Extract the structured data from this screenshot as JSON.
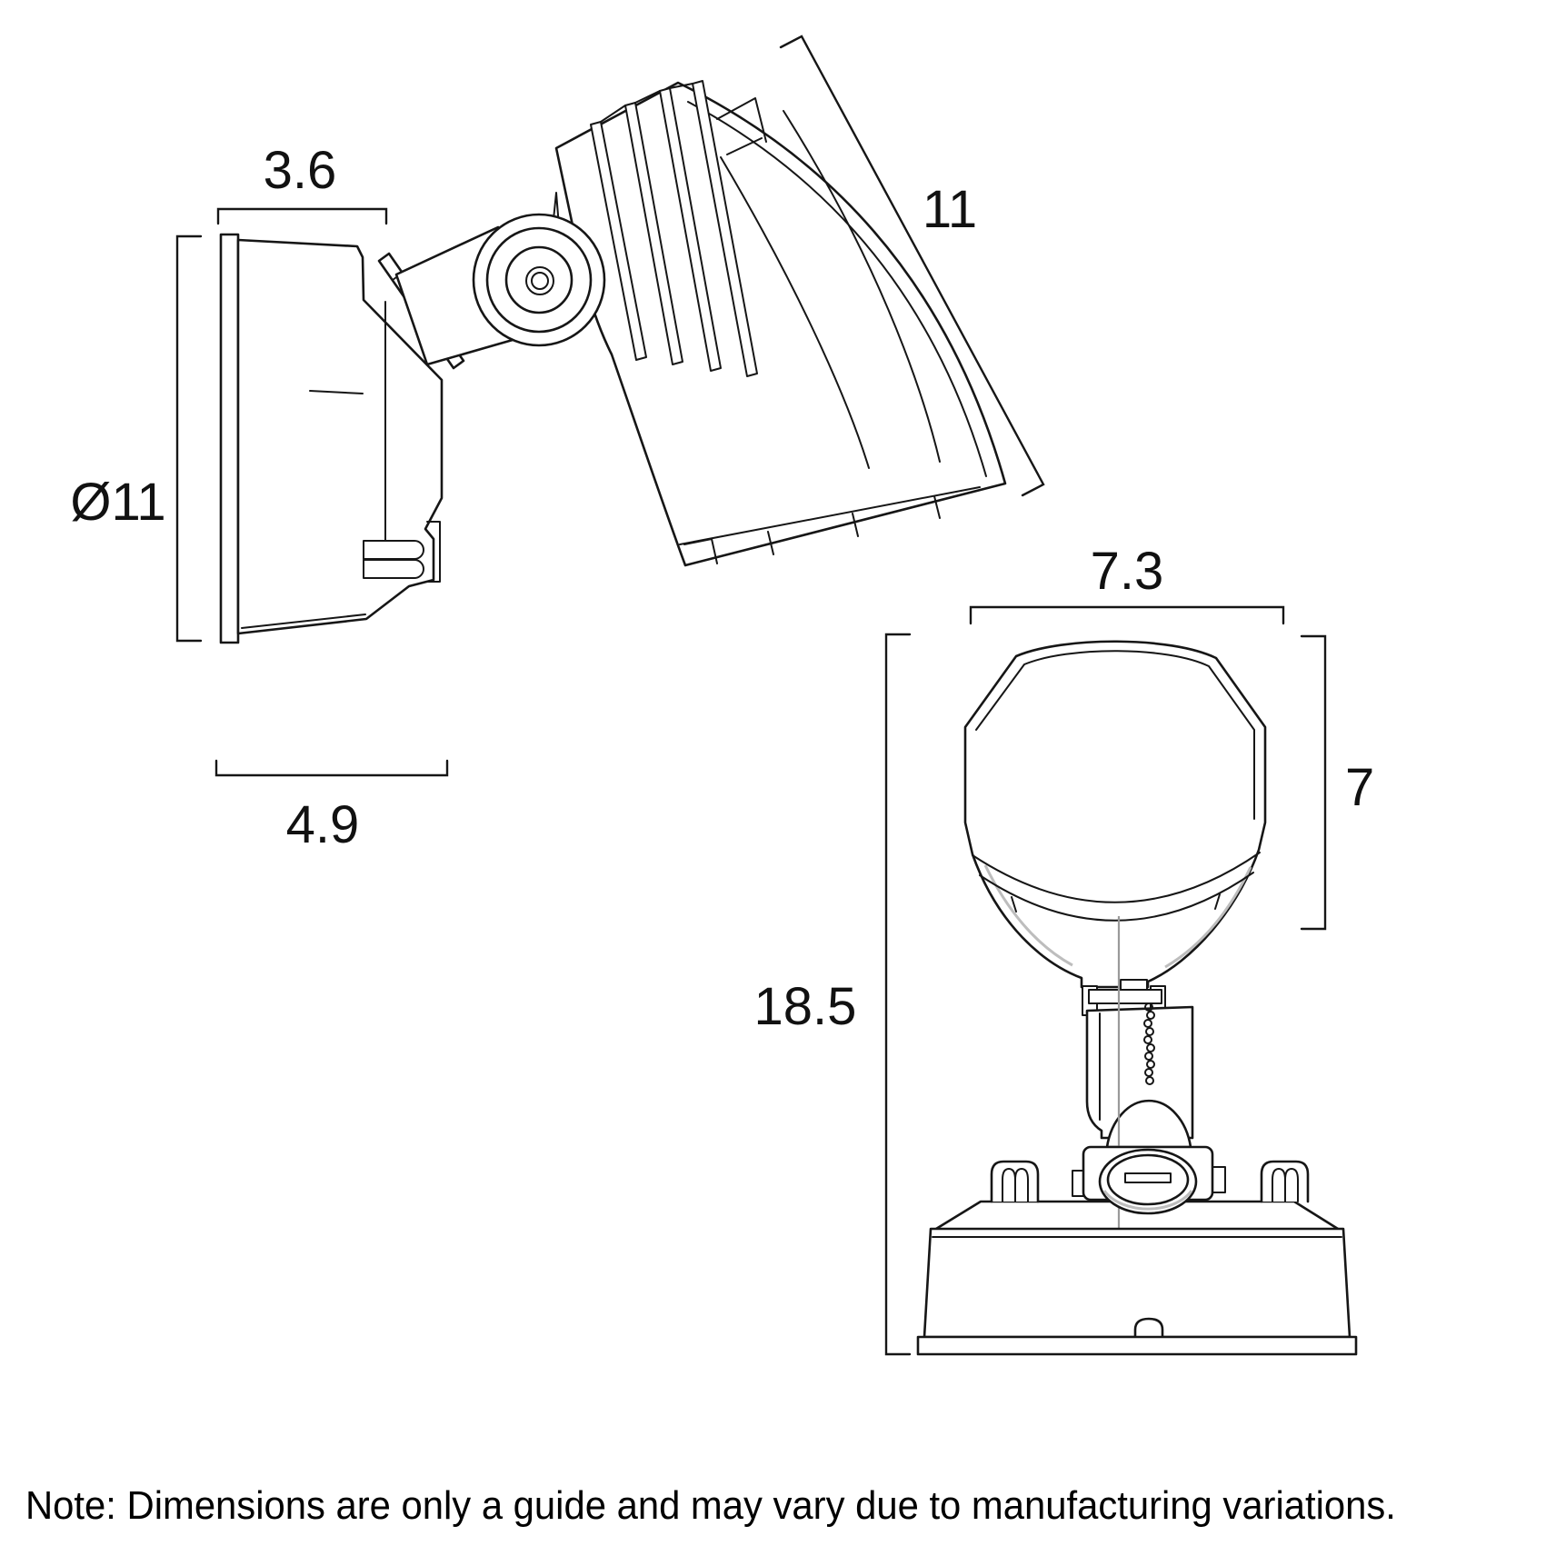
{
  "dims": {
    "side_width_top": "3.6",
    "side_diameter": "Ø11",
    "side_depth": "4.9",
    "side_head_length": "11",
    "front_head_width": "7.3",
    "front_head_height": "7",
    "front_total_height": "18.5"
  },
  "note": "Note: Dimensions are only a guide and may vary due to manufacturing variations.",
  "colors": {
    "line": "#161616",
    "centerline": "#9a9a9a",
    "background": "#ffffff"
  }
}
